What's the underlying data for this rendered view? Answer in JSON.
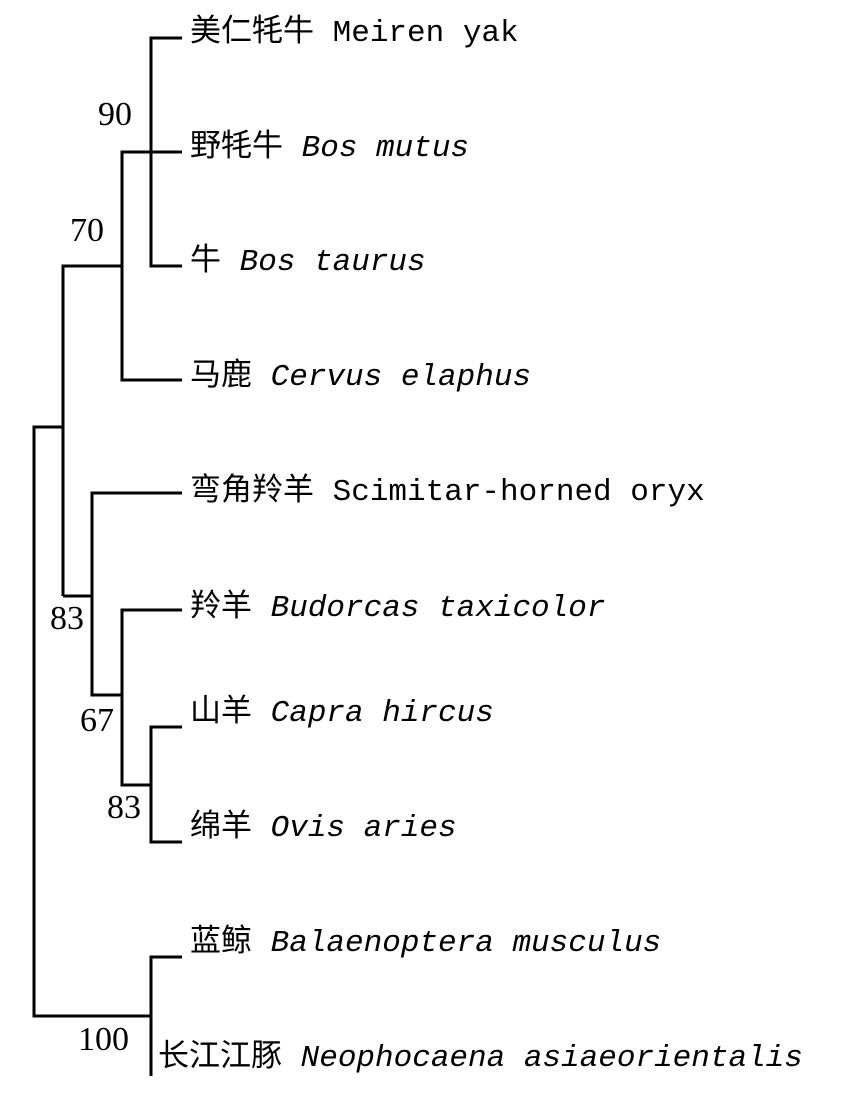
{
  "taxa": [
    {
      "cn": "美仁牦牛",
      "name": "Meiren yak",
      "italic": false
    },
    {
      "cn": "野牦牛",
      "name": "Bos mutus",
      "italic": true
    },
    {
      "cn": "牛",
      "name": "Bos taurus",
      "italic": true
    },
    {
      "cn": "马鹿",
      "name": "Cervus elaphus",
      "italic": true
    },
    {
      "cn": "弯角羚羊",
      "name": "Scimitar-horned oryx",
      "italic": false
    },
    {
      "cn": "羚羊",
      "name": "Budorcas taxicolor",
      "italic": true
    },
    {
      "cn": "山羊",
      "name": "Capra hircus",
      "italic": true
    },
    {
      "cn": "绵羊",
      "name": "Ovis aries",
      "italic": true
    },
    {
      "cn": "蓝鲸",
      "name": "Balaenoptera musculus",
      "italic": true
    },
    {
      "cn": "长江江豚",
      "name": "Neophocaena asiaeorientalis",
      "italic": true
    }
  ],
  "bootstrap": [
    "90",
    "70",
    "83",
    "67",
    "83",
    "100"
  ]
}
